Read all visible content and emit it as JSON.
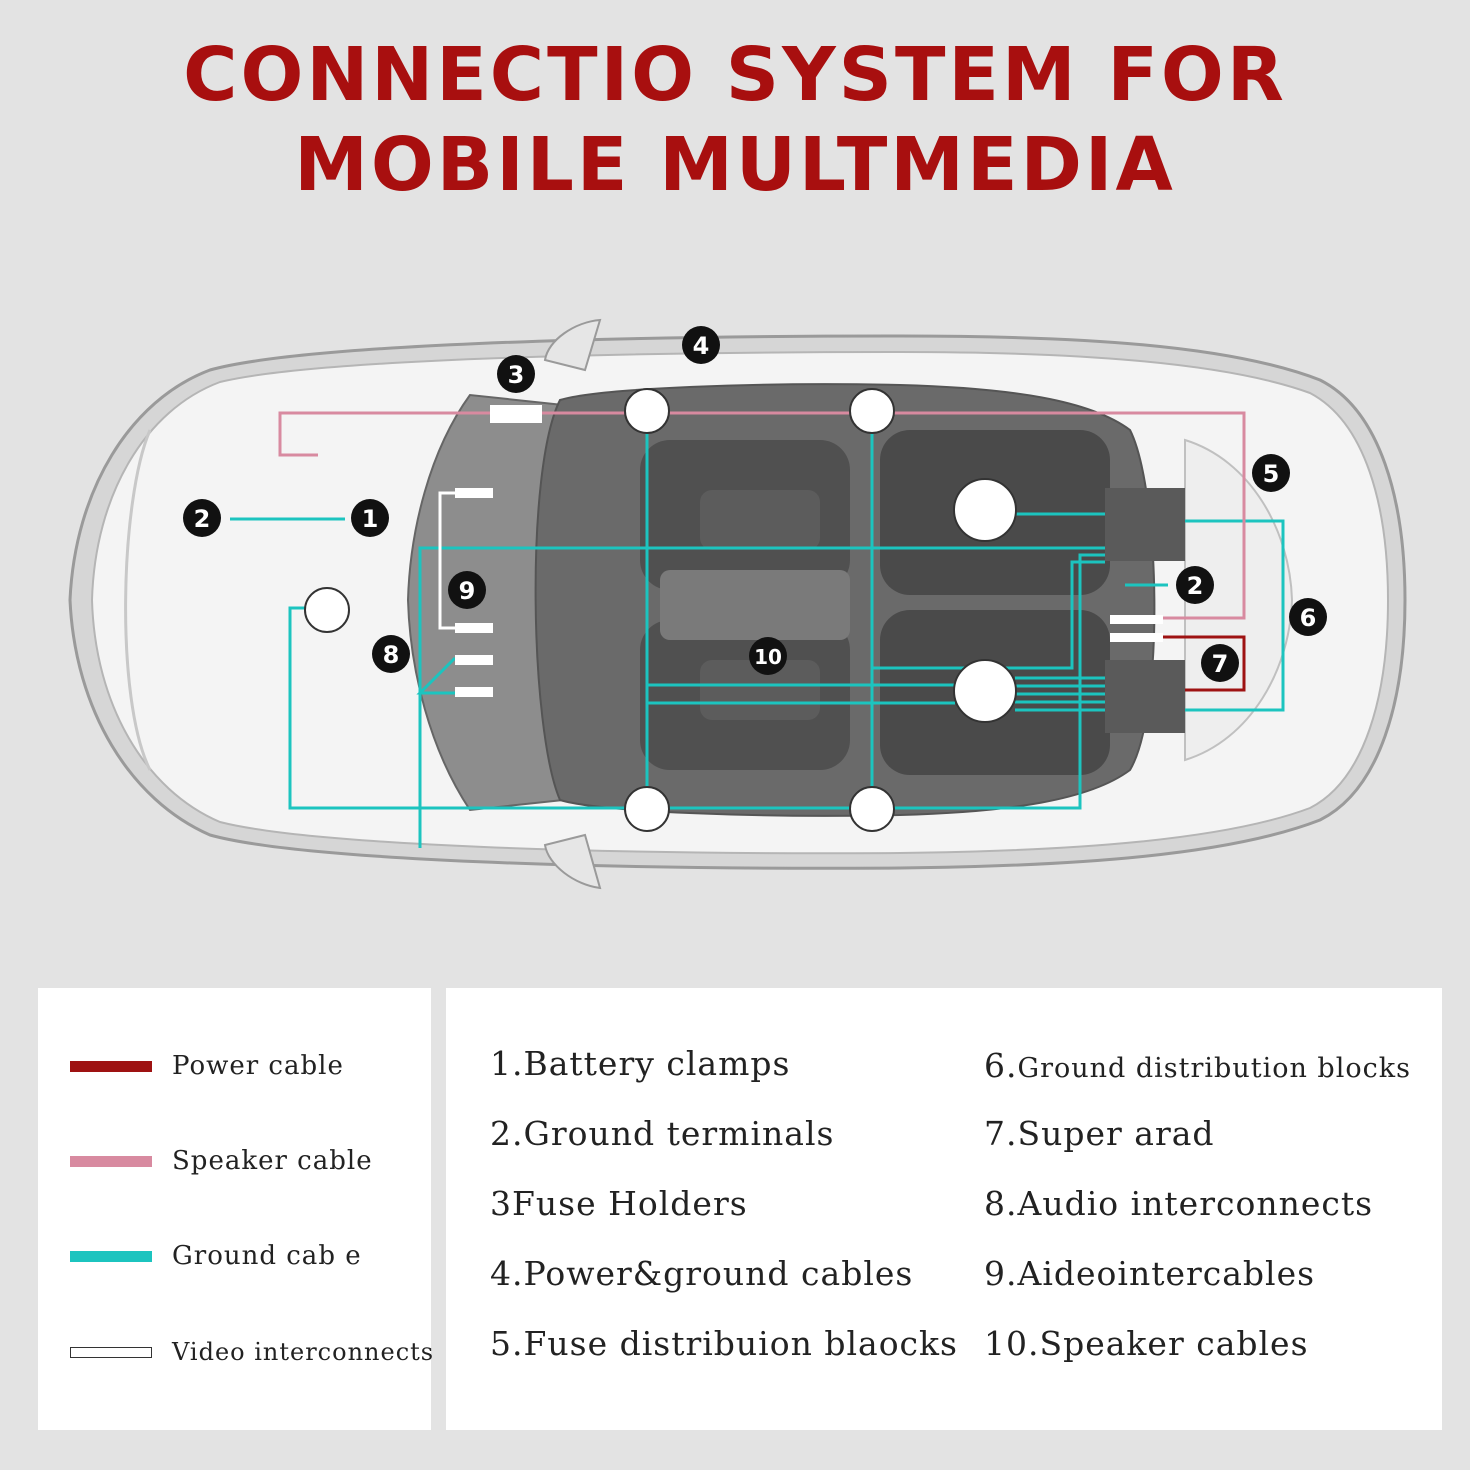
{
  "title": {
    "line1": "CONNECTIO SYSTEM FOR",
    "line2": "MOBILE MULTMEDIA"
  },
  "colors": {
    "title": "#a80f0f",
    "power_cable": "#9e1212",
    "speaker_cable": "#d88aa0",
    "ground_cable": "#1cc4bf",
    "video_interconnects": "#ffffff",
    "badge": "#111111"
  },
  "diagram": {
    "badges": [
      "1",
      "2",
      "3",
      "4",
      "5",
      "2",
      "6",
      "7",
      "8",
      "9",
      "10"
    ]
  },
  "legend": [
    {
      "label": "Power cable",
      "color": "#9e1212",
      "outline": false
    },
    {
      "label": "Speaker cable",
      "color": "#d88aa0",
      "outline": false
    },
    {
      "label": "Ground cab e",
      "color": "#1cc4bf",
      "outline": false
    },
    {
      "label": "Video interconnects",
      "color": "#ffffff",
      "outline": true
    }
  ],
  "items_left": [
    "1.Battery clamps",
    "2.Ground terminals",
    "3Fuse Holders",
    "4.Power&ground cables",
    "5.Fuse distribuion blaocks"
  ],
  "items_right_first_prefix": "6.",
  "items_right_first_rest": "Ground distribution blocks",
  "items_right": [
    "7.Super arad",
    "8.Audio interconnects",
    "9.Aideointercables",
    "10.Speaker cables"
  ]
}
